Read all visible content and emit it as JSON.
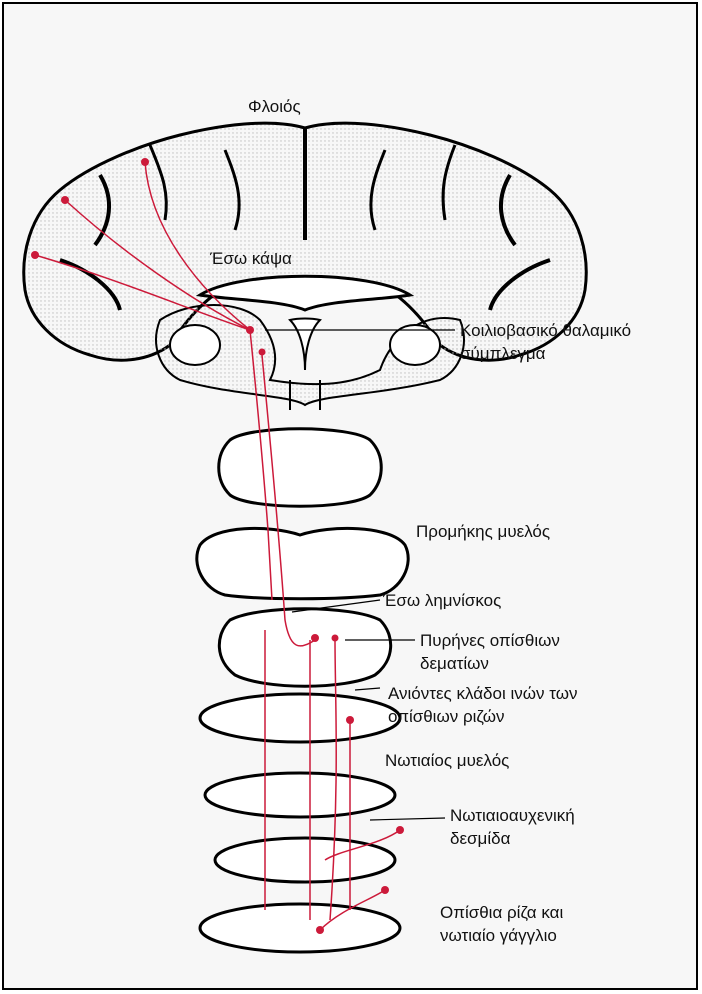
{
  "labels": {
    "cortex": "Φλοιός",
    "internal_capsule": "Έσω κάψα",
    "thalamic_complex_line1": "Κοιλιοβασικό θαλαμικό",
    "thalamic_complex_line2": "σύμπλεγμα",
    "medulla": "Προμήκης μυελός",
    "medial_lemniscus": "Έσω λημνίσκος",
    "dorsal_column_nuclei_line1": "Πυρήνες οπίσθιων",
    "dorsal_column_nuclei_line2": "δεματίων",
    "ascending_branches_line1": "Ανιόντες κλάδοι ινών των",
    "ascending_branches_line2": "οπίσθιων ριζών",
    "spinal_cord": "Νωτιαίος μυελός",
    "fasciculus_line1": "Νωτιαιοαυχενική",
    "fasciculus_line2": "δεσμίδα",
    "dorsal_root_line1": "Οπίσθια ρίζα και",
    "dorsal_root_line2": "νωτιαίο γάγγλιο"
  },
  "colors": {
    "pathway": "#cc1a3a",
    "outline": "#000000",
    "background": "#f7f7f7",
    "stipple": "#cfcfcf"
  }
}
